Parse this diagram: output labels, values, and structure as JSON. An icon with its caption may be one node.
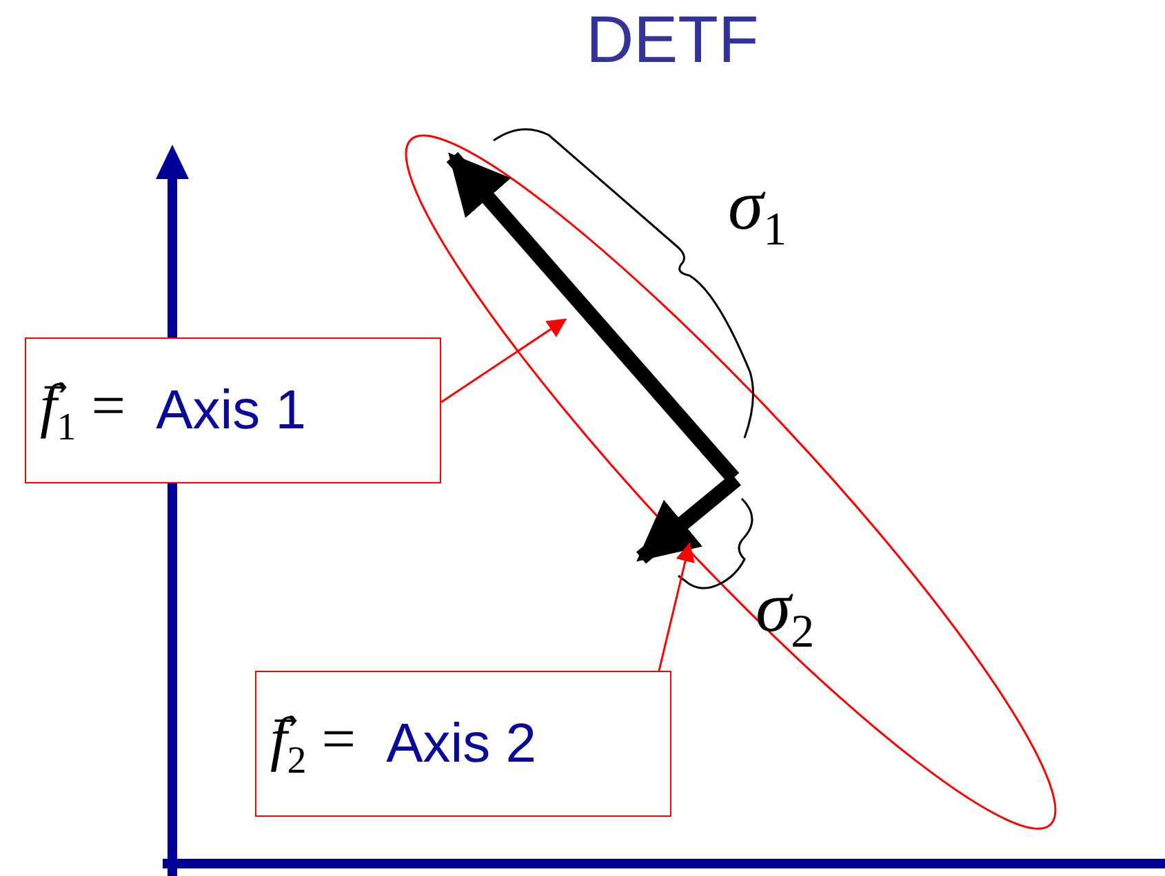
{
  "diagram": {
    "title": "DETF",
    "nodes": [
      {
        "text": [
          "*f*⃗$_{1}$ =",
          "Axis 1"
        ]
      },
      {
        "text": [
          "*f*⃗$_{2}$ =",
          "Axis 2"
        ]
      },
      {
        "text": [],
        "shape": "arrow"
      },
      {
        "text": [],
        "shape": "arrow"
      }
    ],
    "edges": [
      {
        "from": 0,
        "to": 2,
        "arrow": "to",
        "color": "#ff0000"
      },
      {
        "from": 1,
        "to": 3,
        "arrow": "to",
        "color": "#ff0000"
      }
    ],
    "labels": [
      "*σ*$_{1}$",
      "*σ*$_{2}$"
    ]
  }
}
